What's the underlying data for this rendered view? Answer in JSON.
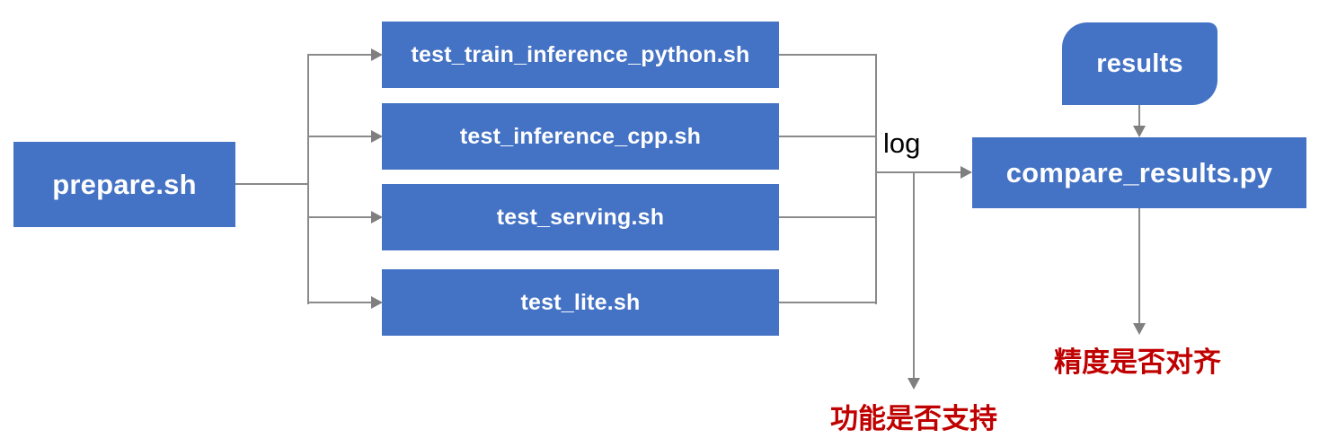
{
  "diagram": {
    "nodes": {
      "prepare": {
        "label": "prepare.sh",
        "shape": "rectangle"
      },
      "tests": [
        {
          "label": "test_train_inference_python.sh",
          "shape": "rectangle"
        },
        {
          "label": "test_inference_cpp.sh",
          "shape": "rectangle"
        },
        {
          "label": "test_serving.sh",
          "shape": "rectangle"
        },
        {
          "label": "test_lite.sh",
          "shape": "rectangle"
        }
      ],
      "results": {
        "label": "results",
        "shape": "rounded-corner-rectangle"
      },
      "compare": {
        "label": "compare_results.py",
        "shape": "rectangle"
      }
    },
    "edge_labels": {
      "log": "log"
    },
    "annotations": {
      "function_support": "功能是否支持",
      "precision_aligned": "精度是否对齐"
    },
    "colors": {
      "node_fill": "#4472C4",
      "node_text": "#FFFFFF",
      "connector": "#8A8A8A",
      "arrowhead": "#7F7F7F",
      "annotation_text": "#C00000",
      "edge_label_text": "#000000",
      "background": "#FFFFFF"
    }
  }
}
